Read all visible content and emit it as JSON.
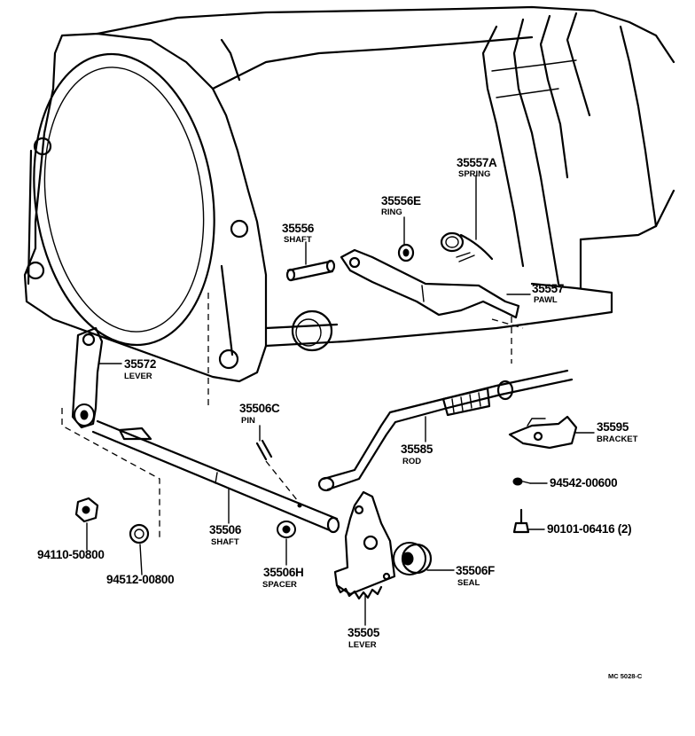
{
  "parts": [
    {
      "number": "35557A",
      "name": "SPRING"
    },
    {
      "number": "35556E",
      "name": "RING"
    },
    {
      "number": "35556",
      "name": "SHAFT"
    },
    {
      "number": "35557",
      "name": "PAWL"
    },
    {
      "number": "35572",
      "name": "LEVER"
    },
    {
      "number": "35506C",
      "name": "PIN"
    },
    {
      "number": "35585",
      "name": "ROD"
    },
    {
      "number": "35595",
      "name": "BRACKET"
    },
    {
      "number": "94542-00600",
      "name": ""
    },
    {
      "number": "90101-06416 (2)",
      "name": ""
    },
    {
      "number": "94110-50800",
      "name": ""
    },
    {
      "number": "94512-00800",
      "name": ""
    },
    {
      "number": "35506",
      "name": "SHAFT"
    },
    {
      "number": "35506H",
      "name": "SPACER"
    },
    {
      "number": "35506F",
      "name": "SEAL"
    },
    {
      "number": "35505",
      "name": "LEVER"
    }
  ],
  "reference_code": "MC 5028-C"
}
